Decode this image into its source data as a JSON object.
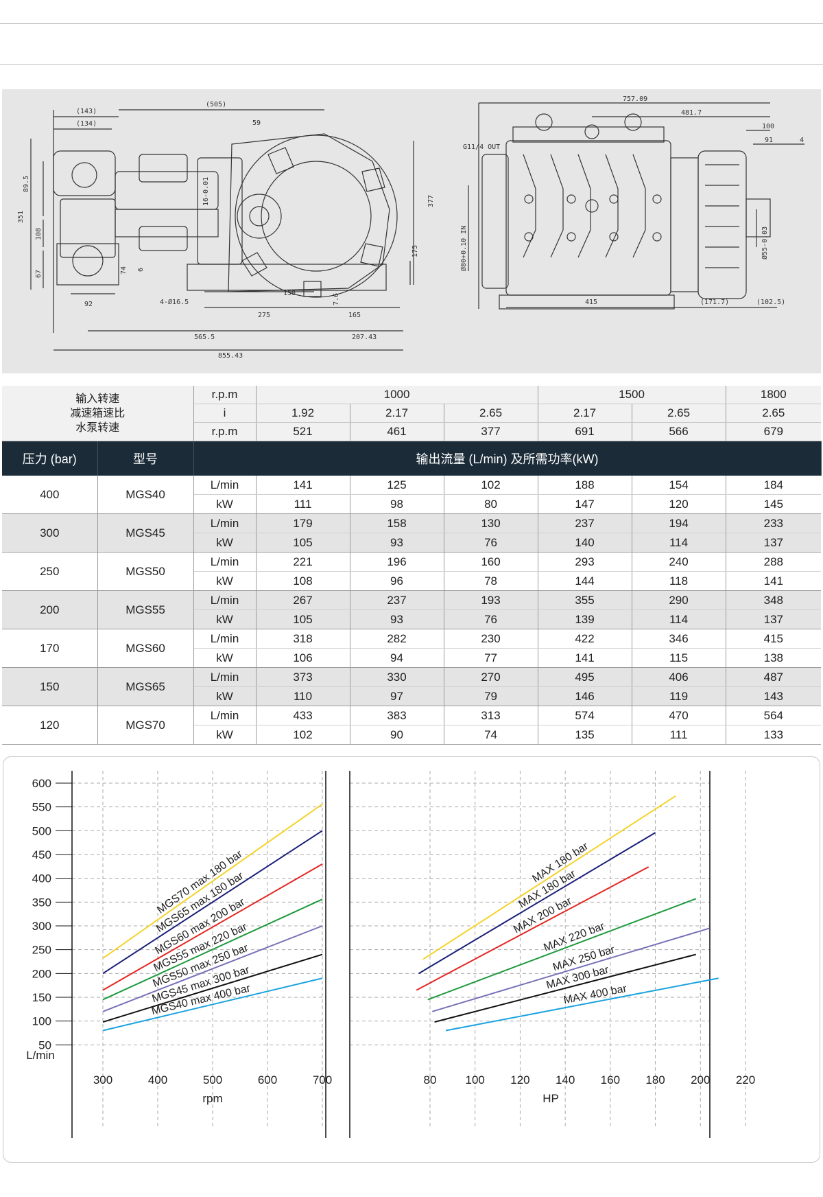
{
  "colors": {
    "header_dark": "#1b2b38",
    "row_shade": "#e4e4e4",
    "panel_bg": "#e6e6e6",
    "series": [
      "#f5d22a",
      "#1a1f7a",
      "#e32521",
      "#1e9a3d",
      "#7671b8",
      "#111111",
      "#1aa3df"
    ]
  },
  "drawing": {
    "left_dims": [
      "(143)",
      "(134)",
      "(505)",
      "59",
      "89.5",
      "351",
      "108",
      "67",
      "74",
      "6",
      "16-0.01",
      "4-Ø16.5",
      "92",
      "150",
      "275",
      "7.6",
      "165",
      "175",
      "377",
      "565.5",
      "207.43",
      "855.43"
    ],
    "right_dims": [
      "757.09",
      "481.7",
      "100",
      "91",
      "4",
      "G11/4 OUT",
      "Ø80+0.10 IN",
      "Ø55-0.03",
      "415",
      "(171.7)",
      "(102.5)"
    ]
  },
  "spec_table": {
    "row_labels": [
      "输入转速",
      "减速箱速比",
      "水泵转速"
    ],
    "units": [
      "r.p.m",
      "i",
      "r.p.m"
    ],
    "input_speeds": [
      "1000",
      "1500",
      "1800"
    ],
    "ratios": [
      "1.92",
      "2.17",
      "2.65",
      "2.17",
      "2.65",
      "2.65"
    ],
    "pump_speeds": [
      "521",
      "461",
      "377",
      "691",
      "566",
      "679"
    ],
    "header": {
      "pressure": "压力 (bar)",
      "model": "型号",
      "output": "输出流量 (L/min) 及所需功率(kW)"
    },
    "rows": [
      {
        "pressure": "400",
        "model": "MGS40",
        "flow_unit": "L/min",
        "power_unit": "kW",
        "flow": [
          "141",
          "125",
          "102",
          "188",
          "154",
          "184"
        ],
        "power": [
          "111",
          "98",
          "80",
          "147",
          "120",
          "145"
        ]
      },
      {
        "pressure": "300",
        "model": "MGS45",
        "flow_unit": "L/min",
        "power_unit": "kW",
        "flow": [
          "179",
          "158",
          "130",
          "237",
          "194",
          "233"
        ],
        "power": [
          "105",
          "93",
          "76",
          "140",
          "114",
          "137"
        ]
      },
      {
        "pressure": "250",
        "model": "MGS50",
        "flow_unit": "L/min",
        "power_unit": "kW",
        "flow": [
          "221",
          "196",
          "160",
          "293",
          "240",
          "288"
        ],
        "power": [
          "108",
          "96",
          "78",
          "144",
          "118",
          "141"
        ]
      },
      {
        "pressure": "200",
        "model": "MGS55",
        "flow_unit": "L/min",
        "power_unit": "kW",
        "flow": [
          "267",
          "237",
          "193",
          "355",
          "290",
          "348"
        ],
        "power": [
          "105",
          "93",
          "76",
          "139",
          "114",
          "137"
        ]
      },
      {
        "pressure": "170",
        "model": "MGS60",
        "flow_unit": "L/min",
        "power_unit": "kW",
        "flow": [
          "318",
          "282",
          "230",
          "422",
          "346",
          "415"
        ],
        "power": [
          "106",
          "94",
          "77",
          "141",
          "115",
          "138"
        ]
      },
      {
        "pressure": "150",
        "model": "MGS65",
        "flow_unit": "L/min",
        "power_unit": "kW",
        "flow": [
          "373",
          "330",
          "270",
          "495",
          "406",
          "487"
        ],
        "power": [
          "110",
          "97",
          "79",
          "146",
          "119",
          "143"
        ]
      },
      {
        "pressure": "120",
        "model": "MGS70",
        "flow_unit": "L/min",
        "power_unit": "kW",
        "flow": [
          "433",
          "383",
          "313",
          "574",
          "470",
          "564"
        ],
        "power": [
          "102",
          "90",
          "74",
          "135",
          "111",
          "133"
        ]
      }
    ]
  },
  "chart_data": [
    {
      "type": "line",
      "xlabel": "rpm",
      "ylabel": "L/min",
      "xlim": [
        300,
        700
      ],
      "ylim": [
        0,
        600
      ],
      "xticks": [
        "300",
        "400",
        "500",
        "600",
        "700"
      ],
      "yticks": [
        "50",
        "100",
        "150",
        "200",
        "250",
        "300",
        "350",
        "400",
        "450",
        "500",
        "550",
        "600"
      ],
      "grid": true,
      "series": [
        {
          "name": "MGS70 max 180 bar",
          "color": "#f5d22a",
          "x": [
            300,
            700
          ],
          "y": [
            232,
            556
          ]
        },
        {
          "name": "MGS65 max 180 bar",
          "color": "#1a1f7a",
          "x": [
            300,
            700
          ],
          "y": [
            200,
            500
          ]
        },
        {
          "name": "MGS60 max 200 bar",
          "color": "#e32521",
          "x": [
            300,
            700
          ],
          "y": [
            165,
            430
          ]
        },
        {
          "name": "MGS55 max 220 bar",
          "color": "#1e9a3d",
          "x": [
            300,
            700
          ],
          "y": [
            145,
            356
          ]
        },
        {
          "name": "MGS50 max 250 bar",
          "color": "#7671b8",
          "x": [
            300,
            700
          ],
          "y": [
            120,
            300
          ]
        },
        {
          "name": "MGS45 max 300 bar",
          "color": "#111111",
          "x": [
            300,
            700
          ],
          "y": [
            98,
            240
          ]
        },
        {
          "name": "MGS40 max 400 bar",
          "color": "#1aa3df",
          "x": [
            300,
            700
          ],
          "y": [
            80,
            190
          ]
        }
      ]
    },
    {
      "type": "line",
      "xlabel": "HP",
      "ylabel": "",
      "xlim": [
        70,
        230
      ],
      "ylim": [
        0,
        600
      ],
      "xticks": [
        "80",
        "100",
        "120",
        "140",
        "160",
        "180",
        "200",
        "220"
      ],
      "grid": true,
      "series": [
        {
          "name": "MAX 180 bar",
          "color": "#f5d22a",
          "x": [
            77,
            189
          ],
          "y": [
            230,
            573
          ]
        },
        {
          "name": "MAX 180 bar",
          "color": "#1a1f7a",
          "x": [
            75,
            180
          ],
          "y": [
            200,
            496
          ]
        },
        {
          "name": "MAX 200 bar",
          "color": "#e32521",
          "x": [
            74,
            177
          ],
          "y": [
            165,
            424
          ]
        },
        {
          "name": "MAX 220 bar",
          "color": "#1e9a3d",
          "x": [
            79,
            198
          ],
          "y": [
            145,
            357
          ]
        },
        {
          "name": "MAX 250 bar",
          "color": "#7671b8",
          "x": [
            81,
            204
          ],
          "y": [
            120,
            295
          ]
        },
        {
          "name": "MAX 300 bar",
          "color": "#111111",
          "x": [
            82,
            198
          ],
          "y": [
            98,
            240
          ]
        },
        {
          "name": "MAX 400 bar",
          "color": "#1aa3df",
          "x": [
            87,
            208
          ],
          "y": [
            80,
            190
          ]
        }
      ]
    }
  ]
}
